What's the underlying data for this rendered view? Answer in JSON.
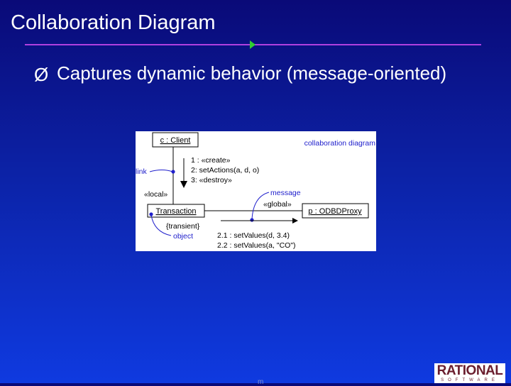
{
  "slide": {
    "title": "Collaboration Diagram",
    "bullet_symbol": "Ø",
    "bullet_text": "Captures dynamic behavior (message-oriented)",
    "footer_mark": "m"
  },
  "diagram": {
    "client_object": "c : Client",
    "transaction_object": "Transaction",
    "proxy_object": "p : ODBDProxy",
    "diagram_caption": "collaboration diagram",
    "link_label": "link",
    "local_stereotype": "«local»",
    "messages_client": [
      "1 : «create»",
      "2: setActions(a, d, o)",
      "3: «destroy»"
    ],
    "message_label": "message",
    "global_stereotype": "«global»",
    "transient_constraint": "{transient}",
    "object_label": "object",
    "messages_proxy": [
      "2.1 : setValues(d, 3.4)",
      "2.2 : setValues(a, \"CO\")"
    ]
  },
  "logo": {
    "main": "RATIONAL",
    "sub": "SOFTWARE"
  },
  "colors": {
    "background_top": "#0a0a78",
    "background_bottom": "#0f3ae0",
    "rule": "#b040e0",
    "rule_marker": "#30d030",
    "annotation_blue": "#2020cc",
    "logo_text": "#6b1e2e"
  }
}
